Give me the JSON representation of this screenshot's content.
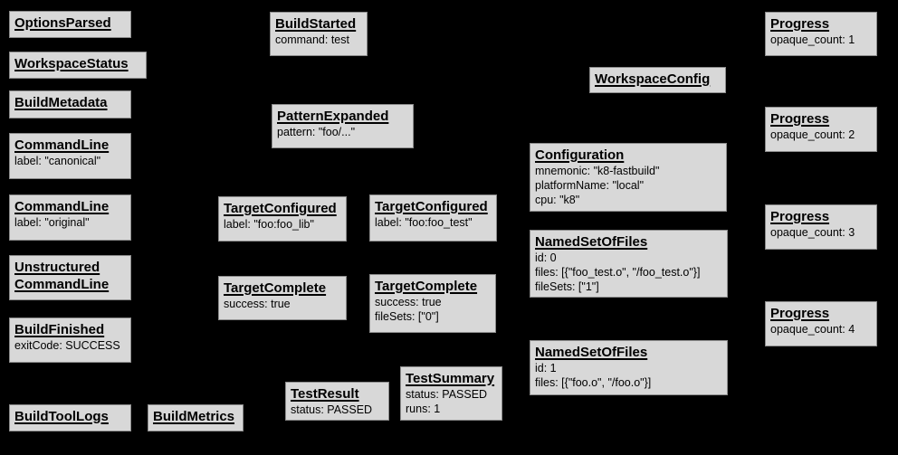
{
  "diagram": {
    "colors": {
      "background": "#000000",
      "node_fill": "#d8d8d8",
      "node_border": "#8c8c8c",
      "text": "#000000"
    },
    "nodes": {
      "options_parsed": {
        "title": "OptionsParsed",
        "lines": []
      },
      "workspace_status": {
        "title": "WorkspaceStatus",
        "lines": []
      },
      "build_metadata": {
        "title": "BuildMetadata",
        "lines": []
      },
      "command_line_canonical": {
        "title": "CommandLine",
        "lines": [
          "label: \"canonical\""
        ]
      },
      "command_line_original": {
        "title": "CommandLine",
        "lines": [
          "label: \"original\""
        ]
      },
      "unstructured_command_line": {
        "title": "Unstructured CommandLine",
        "lines": []
      },
      "build_finished": {
        "title": "BuildFinished",
        "lines": [
          "exitCode: SUCCESS"
        ]
      },
      "build_tool_logs": {
        "title": "BuildToolLogs",
        "lines": []
      },
      "build_metrics": {
        "title": "BuildMetrics",
        "lines": []
      },
      "build_started": {
        "title": "BuildStarted",
        "lines": [
          "command: test"
        ]
      },
      "pattern_expanded": {
        "title": "PatternExpanded",
        "lines": [
          "pattern: \"foo/...\""
        ]
      },
      "target_configured_lib": {
        "title": "TargetConfigured",
        "lines": [
          "label: \"foo:foo_lib\""
        ]
      },
      "target_complete_lib": {
        "title": "TargetComplete",
        "lines": [
          "success: true"
        ]
      },
      "test_result": {
        "title": "TestResult",
        "lines": [
          "status: PASSED"
        ]
      },
      "target_configured_test": {
        "title": "TargetConfigured",
        "lines": [
          "label: \"foo:foo_test\""
        ]
      },
      "target_complete_test": {
        "title": "TargetComplete",
        "lines": [
          "success: true",
          "fileSets: [\"0\"]"
        ]
      },
      "test_summary": {
        "title": "TestSummary",
        "lines": [
          "status: PASSED",
          "runs: 1"
        ]
      },
      "workspace_config": {
        "title": "WorkspaceConfig",
        "lines": []
      },
      "configuration": {
        "title": "Configuration",
        "lines": [
          "mnemonic: \"k8-fastbuild\"",
          "platformName: \"local\"",
          "cpu: \"k8\""
        ]
      },
      "named_set_0": {
        "title": "NamedSetOfFiles",
        "lines": [
          "id: 0",
          "files: [{\"foo_test.o\", \"/foo_test.o\"}]",
          "fileSets: [\"1\"]"
        ]
      },
      "named_set_1": {
        "title": "NamedSetOfFiles",
        "lines": [
          "id: 1",
          "files: [{\"foo.o\", \"/foo.o\"}]"
        ]
      },
      "progress_1": {
        "title": "Progress",
        "lines": [
          "opaque_count: 1"
        ]
      },
      "progress_2": {
        "title": "Progress",
        "lines": [
          "opaque_count: 2"
        ]
      },
      "progress_3": {
        "title": "Progress",
        "lines": [
          "opaque_count: 3"
        ]
      },
      "progress_4": {
        "title": "Progress",
        "lines": [
          "opaque_count: 4"
        ]
      }
    }
  }
}
